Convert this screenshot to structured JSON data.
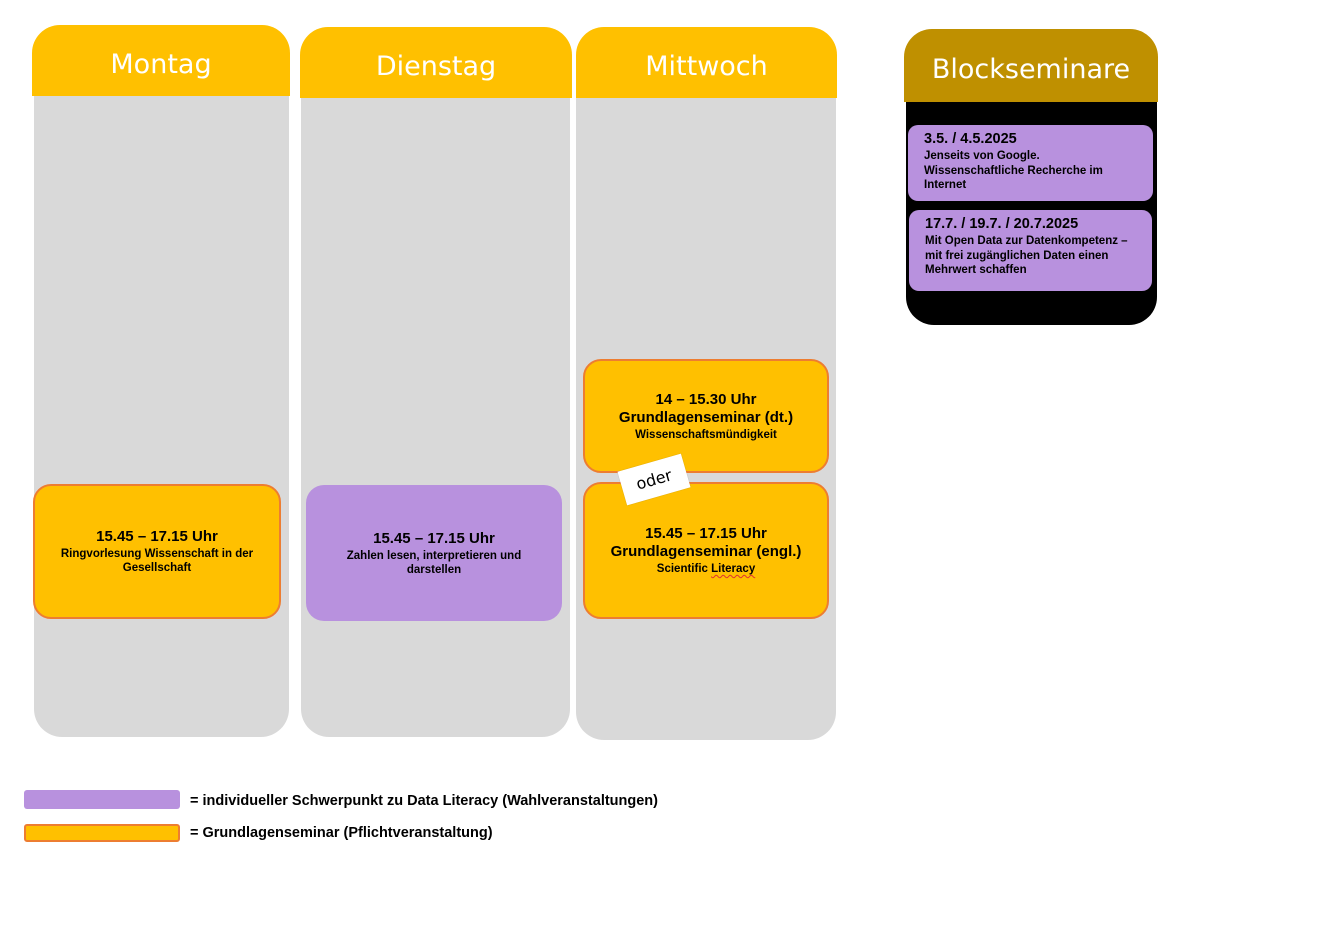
{
  "days": {
    "monday": "Montag",
    "tuesday": "Dienstag",
    "wednesday": "Mittwoch",
    "block": "Blockseminare"
  },
  "events": {
    "mon_ring": {
      "time": "15.45 – 17.15 Uhr",
      "title": "Ringvorlesung Wissenschaft in der Gesellschaft"
    },
    "tue_data": {
      "time": "15.45 – 17.15 Uhr",
      "title": "Zahlen lesen, interpretieren und darstellen"
    },
    "wed_de": {
      "time": "14 – 15.30 Uhr",
      "title": "Grundlagenseminar (dt.)",
      "subtitle": "Wissenschaftsmündigkeit"
    },
    "wed_en": {
      "time": "15.45 – 17.15 Uhr",
      "title": "Grundlagenseminar (engl.)",
      "subtitle_a": "Scientific ",
      "subtitle_b": "Literacy"
    },
    "or_label": "oder"
  },
  "block_seminars": [
    {
      "date": "3.5. / 4.5.2025",
      "title": "Jenseits von Google. Wissenschaftliche Recherche im Internet"
    },
    {
      "date": "17.7. / 19.7. / 20.7.2025",
      "title": "Mit Open Data zur Datenkompetenz – mit frei zugänglichen Daten einen Mehrwert schaffen"
    }
  ],
  "legend": {
    "purple": "= individueller Schwerpunkt zu Data Literacy (Wahlveranstaltungen)",
    "yellow": "= Grundlagenseminar (Pflichtveranstaltung)"
  },
  "colors": {
    "yellow": "#ffc000",
    "orange_border": "#ed7d31",
    "purple": "#b891de",
    "gold": "#bf9000",
    "gray": "#d9d9d9",
    "black": "#000000"
  }
}
